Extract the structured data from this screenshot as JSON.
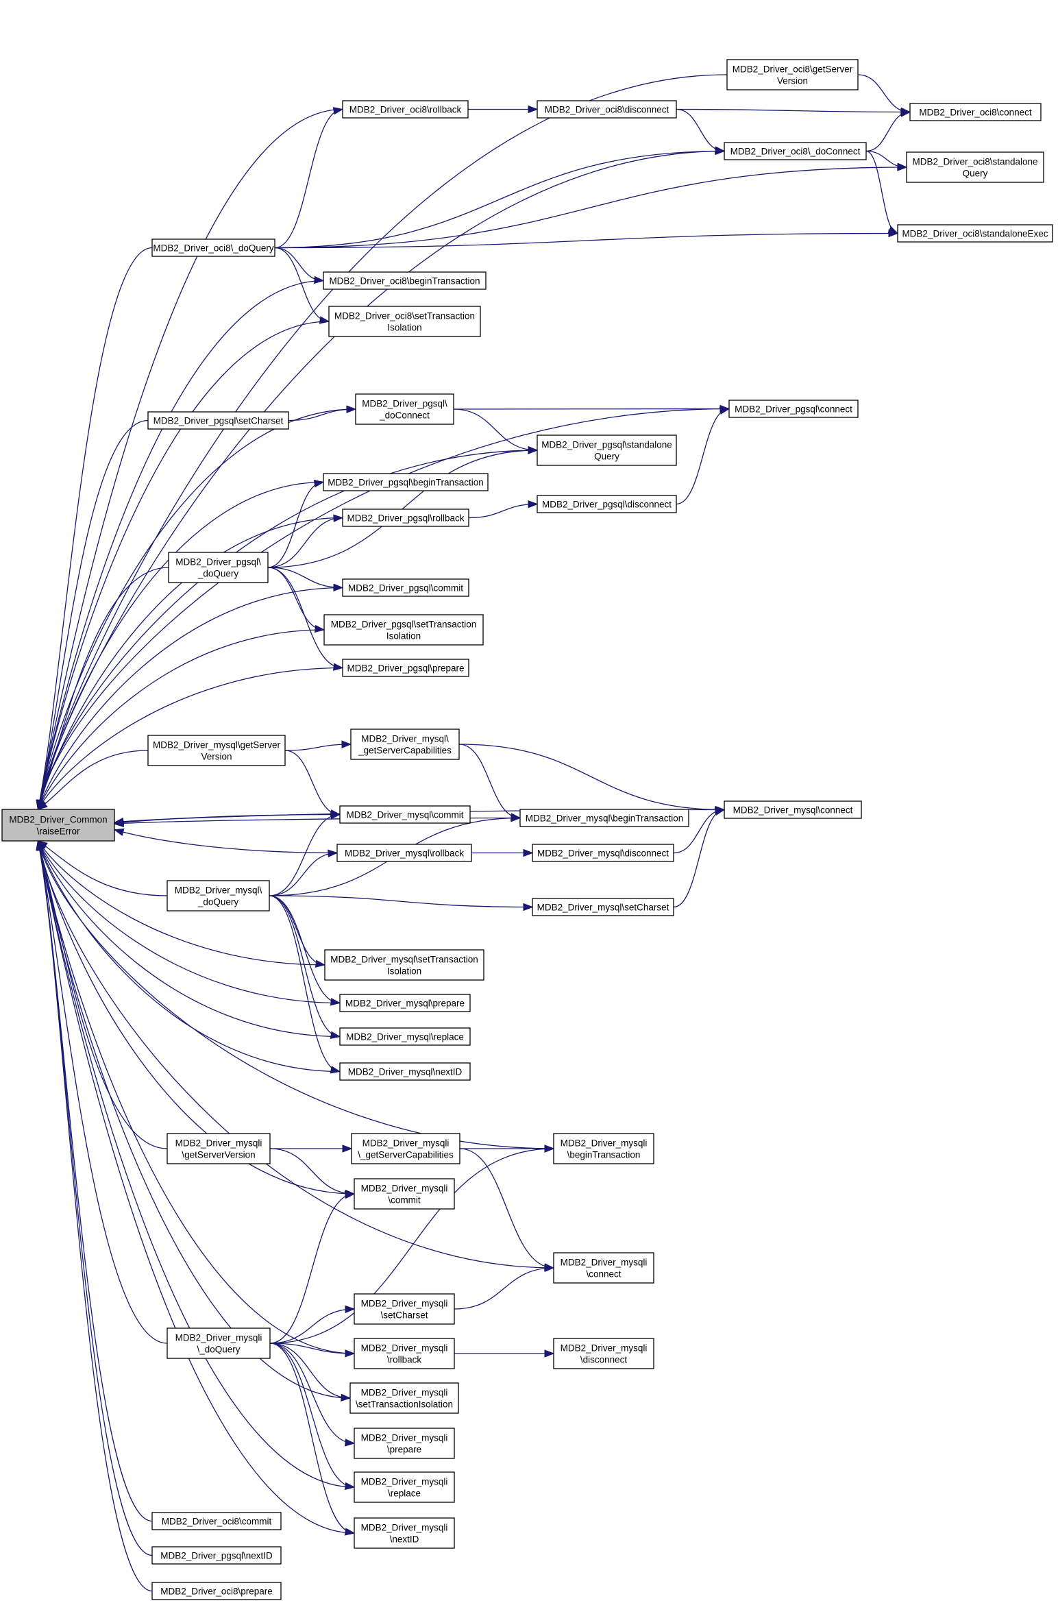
{
  "graph": {
    "type": "call-graph",
    "edge_color": "#191970",
    "root_fill": "#bfbfbf",
    "nodes": [
      {
        "id": "root",
        "lines": [
          "MDB2_Driver_Common",
          "\\raiseError"
        ],
        "root": true
      },
      {
        "id": "oci8_doQuery",
        "lines": [
          "MDB2_Driver_oci8\\_doQuery"
        ]
      },
      {
        "id": "oci8_rollback",
        "lines": [
          "MDB2_Driver_oci8\\rollback"
        ]
      },
      {
        "id": "oci8_disconnect",
        "lines": [
          "MDB2_Driver_oci8\\disconnect"
        ]
      },
      {
        "id": "oci8_getServerVersion",
        "lines": [
          "MDB2_Driver_oci8\\getServer",
          "Version"
        ]
      },
      {
        "id": "oci8_connect",
        "lines": [
          "MDB2_Driver_oci8\\connect"
        ]
      },
      {
        "id": "oci8_doConnect",
        "lines": [
          "MDB2_Driver_oci8\\_doConnect"
        ]
      },
      {
        "id": "oci8_standaloneQuery",
        "lines": [
          "MDB2_Driver_oci8\\standalone",
          "Query"
        ]
      },
      {
        "id": "oci8_standaloneExec",
        "lines": [
          "MDB2_Driver_oci8\\standaloneExec"
        ]
      },
      {
        "id": "oci8_beginTransaction",
        "lines": [
          "MDB2_Driver_oci8\\beginTransaction"
        ]
      },
      {
        "id": "oci8_setTransactionIsolation",
        "lines": [
          "MDB2_Driver_oci8\\setTransaction",
          "Isolation"
        ]
      },
      {
        "id": "pgsql_setCharset",
        "lines": [
          "MDB2_Driver_pgsql\\setCharset"
        ]
      },
      {
        "id": "pgsql_doConnect",
        "lines": [
          "MDB2_Driver_pgsql\\",
          "_doConnect"
        ]
      },
      {
        "id": "pgsql_connect",
        "lines": [
          "MDB2_Driver_pgsql\\connect"
        ]
      },
      {
        "id": "pgsql_standaloneQuery",
        "lines": [
          "MDB2_Driver_pgsql\\standalone",
          "Query"
        ]
      },
      {
        "id": "pgsql_beginTransaction",
        "lines": [
          "MDB2_Driver_pgsql\\beginTransaction"
        ]
      },
      {
        "id": "pgsql_rollback",
        "lines": [
          "MDB2_Driver_pgsql\\rollback"
        ]
      },
      {
        "id": "pgsql_disconnect",
        "lines": [
          "MDB2_Driver_pgsql\\disconnect"
        ]
      },
      {
        "id": "pgsql_doQuery",
        "lines": [
          "MDB2_Driver_pgsql\\",
          "_doQuery"
        ]
      },
      {
        "id": "pgsql_commit",
        "lines": [
          "MDB2_Driver_pgsql\\commit"
        ]
      },
      {
        "id": "pgsql_setTransactionIsolation",
        "lines": [
          "MDB2_Driver_pgsql\\setTransaction",
          "Isolation"
        ]
      },
      {
        "id": "pgsql_prepare",
        "lines": [
          "MDB2_Driver_pgsql\\prepare"
        ]
      },
      {
        "id": "mysql_getServerVersion",
        "lines": [
          "MDB2_Driver_mysql\\getServer",
          "Version"
        ]
      },
      {
        "id": "mysql_getServerCapabilities",
        "lines": [
          "MDB2_Driver_mysql\\",
          "_getServerCapabilities"
        ]
      },
      {
        "id": "mysql_commit",
        "lines": [
          "MDB2_Driver_mysql\\commit"
        ]
      },
      {
        "id": "mysql_beginTransaction",
        "lines": [
          "MDB2_Driver_mysql\\beginTransaction"
        ]
      },
      {
        "id": "mysql_connect",
        "lines": [
          "MDB2_Driver_mysql\\connect"
        ]
      },
      {
        "id": "mysql_rollback",
        "lines": [
          "MDB2_Driver_mysql\\rollback"
        ]
      },
      {
        "id": "mysql_disconnect",
        "lines": [
          "MDB2_Driver_mysql\\disconnect"
        ]
      },
      {
        "id": "mysql_doQuery",
        "lines": [
          "MDB2_Driver_mysql\\",
          "_doQuery"
        ]
      },
      {
        "id": "mysql_setCharset",
        "lines": [
          "MDB2_Driver_mysql\\setCharset"
        ]
      },
      {
        "id": "mysql_setTransactionIsolation",
        "lines": [
          "MDB2_Driver_mysql\\setTransaction",
          "Isolation"
        ]
      },
      {
        "id": "mysql_prepare",
        "lines": [
          "MDB2_Driver_mysql\\prepare"
        ]
      },
      {
        "id": "mysql_replace",
        "lines": [
          "MDB2_Driver_mysql\\replace"
        ]
      },
      {
        "id": "mysql_nextID",
        "lines": [
          "MDB2_Driver_mysql\\nextID"
        ]
      },
      {
        "id": "mysqli_getServerVersion",
        "lines": [
          "MDB2_Driver_mysqli",
          "\\getServerVersion"
        ]
      },
      {
        "id": "mysqli_getServerCapabilities",
        "lines": [
          "MDB2_Driver_mysqli",
          "\\_getServerCapabilities"
        ]
      },
      {
        "id": "mysqli_beginTransaction",
        "lines": [
          "MDB2_Driver_mysqli",
          "\\beginTransaction"
        ]
      },
      {
        "id": "mysqli_commit",
        "lines": [
          "MDB2_Driver_mysqli",
          "\\commit"
        ]
      },
      {
        "id": "mysqli_connect",
        "lines": [
          "MDB2_Driver_mysqli",
          "\\connect"
        ]
      },
      {
        "id": "mysqli_setCharset",
        "lines": [
          "MDB2_Driver_mysqli",
          "\\setCharset"
        ]
      },
      {
        "id": "mysqli_doQuery",
        "lines": [
          "MDB2_Driver_mysqli",
          "\\_doQuery"
        ]
      },
      {
        "id": "mysqli_rollback",
        "lines": [
          "MDB2_Driver_mysqli",
          "\\rollback"
        ]
      },
      {
        "id": "mysqli_disconnect",
        "lines": [
          "MDB2_Driver_mysqli",
          "\\disconnect"
        ]
      },
      {
        "id": "mysqli_setTransactionIsolation",
        "lines": [
          "MDB2_Driver_mysqli",
          "\\setTransactionIsolation"
        ]
      },
      {
        "id": "mysqli_prepare",
        "lines": [
          "MDB2_Driver_mysqli",
          "\\prepare"
        ]
      },
      {
        "id": "mysqli_replace",
        "lines": [
          "MDB2_Driver_mysqli",
          "\\replace"
        ]
      },
      {
        "id": "mysqli_nextID",
        "lines": [
          "MDB2_Driver_mysqli",
          "\\nextID"
        ]
      },
      {
        "id": "oci8_commit",
        "lines": [
          "MDB2_Driver_oci8\\commit"
        ]
      },
      {
        "id": "pgsql_nextID",
        "lines": [
          "MDB2_Driver_pgsql\\nextID"
        ]
      },
      {
        "id": "oci8_prepare",
        "lines": [
          "MDB2_Driver_oci8\\prepare"
        ]
      }
    ],
    "edges": [
      [
        "oci8_getServerVersion",
        "root"
      ],
      [
        "oci8_rollback",
        "root"
      ],
      [
        "oci8_doConnect",
        "root"
      ],
      [
        "oci8_doQuery",
        "root"
      ],
      [
        "oci8_beginTransaction",
        "root"
      ],
      [
        "oci8_setTransactionIsolation",
        "root"
      ],
      [
        "pgsql_connect",
        "root"
      ],
      [
        "pgsql_doConnect",
        "root"
      ],
      [
        "pgsql_setCharset",
        "root"
      ],
      [
        "pgsql_standaloneQuery",
        "root"
      ],
      [
        "pgsql_beginTransaction",
        "root"
      ],
      [
        "pgsql_rollback",
        "root"
      ],
      [
        "pgsql_doQuery",
        "root"
      ],
      [
        "pgsql_commit",
        "root"
      ],
      [
        "pgsql_setTransactionIsolation",
        "root"
      ],
      [
        "pgsql_prepare",
        "root"
      ],
      [
        "mysql_connect",
        "root"
      ],
      [
        "mysql_getServerVersion",
        "root"
      ],
      [
        "mysql_commit",
        "root"
      ],
      [
        "mysql_beginTransaction",
        "root"
      ],
      [
        "mysql_rollback",
        "root"
      ],
      [
        "mysql_doQuery",
        "root"
      ],
      [
        "mysql_setTransactionIsolation",
        "root"
      ],
      [
        "mysql_prepare",
        "root"
      ],
      [
        "mysql_replace",
        "root"
      ],
      [
        "mysql_nextID",
        "root"
      ],
      [
        "mysqli_beginTransaction",
        "root"
      ],
      [
        "mysqli_getServerVersion",
        "root"
      ],
      [
        "mysqli_commit",
        "root"
      ],
      [
        "mysqli_connect",
        "root"
      ],
      [
        "mysqli_rollback",
        "root"
      ],
      [
        "mysqli_doQuery",
        "root"
      ],
      [
        "mysqli_setTransactionIsolation",
        "root"
      ],
      [
        "mysqli_replace",
        "root"
      ],
      [
        "mysqli_nextID",
        "root"
      ],
      [
        "oci8_commit",
        "root"
      ],
      [
        "pgsql_nextID",
        "root"
      ],
      [
        "oci8_prepare",
        "root"
      ],
      [
        "oci8_getServerVersion",
        "oci8_connect"
      ],
      [
        "oci8_rollback",
        "oci8_disconnect"
      ],
      [
        "oci8_disconnect",
        "oci8_connect"
      ],
      [
        "oci8_disconnect",
        "oci8_doConnect"
      ],
      [
        "oci8_doConnect",
        "oci8_connect"
      ],
      [
        "oci8_doConnect",
        "oci8_standaloneQuery"
      ],
      [
        "oci8_doConnect",
        "oci8_standaloneExec"
      ],
      [
        "oci8_doQuery",
        "oci8_rollback"
      ],
      [
        "oci8_doQuery",
        "oci8_doConnect"
      ],
      [
        "oci8_doQuery",
        "oci8_standaloneQuery"
      ],
      [
        "oci8_doQuery",
        "oci8_standaloneExec"
      ],
      [
        "oci8_doQuery",
        "oci8_beginTransaction"
      ],
      [
        "oci8_doQuery",
        "oci8_setTransactionIsolation"
      ],
      [
        "pgsql_setCharset",
        "pgsql_doConnect"
      ],
      [
        "pgsql_doConnect",
        "pgsql_connect"
      ],
      [
        "pgsql_doConnect",
        "pgsql_standaloneQuery"
      ],
      [
        "pgsql_disconnect",
        "pgsql_connect"
      ],
      [
        "pgsql_rollback",
        "pgsql_disconnect"
      ],
      [
        "pgsql_doQuery",
        "pgsql_beginTransaction"
      ],
      [
        "pgsql_doQuery",
        "pgsql_rollback"
      ],
      [
        "pgsql_doQuery",
        "pgsql_standaloneQuery"
      ],
      [
        "pgsql_doQuery",
        "pgsql_commit"
      ],
      [
        "pgsql_doQuery",
        "pgsql_setTransactionIsolation"
      ],
      [
        "pgsql_doQuery",
        "pgsql_prepare"
      ],
      [
        "mysql_getServerVersion",
        "mysql_getServerCapabilities"
      ],
      [
        "mysql_getServerVersion",
        "mysql_commit"
      ],
      [
        "mysql_getServerCapabilities",
        "mysql_beginTransaction"
      ],
      [
        "mysql_getServerCapabilities",
        "mysql_connect"
      ],
      [
        "mysql_disconnect",
        "mysql_connect"
      ],
      [
        "mysql_setCharset",
        "mysql_connect"
      ],
      [
        "mysql_rollback",
        "mysql_disconnect"
      ],
      [
        "mysql_doQuery",
        "mysql_commit"
      ],
      [
        "mysql_doQuery",
        "mysql_rollback"
      ],
      [
        "mysql_doQuery",
        "mysql_beginTransaction"
      ],
      [
        "mysql_doQuery",
        "mysql_setCharset"
      ],
      [
        "mysql_doQuery",
        "mysql_setTransactionIsolation"
      ],
      [
        "mysql_doQuery",
        "mysql_prepare"
      ],
      [
        "mysql_doQuery",
        "mysql_replace"
      ],
      [
        "mysql_doQuery",
        "mysql_nextID"
      ],
      [
        "mysqli_getServerVersion",
        "mysqli_getServerCapabilities"
      ],
      [
        "mysqli_getServerVersion",
        "mysqli_commit"
      ],
      [
        "mysqli_getServerCapabilities",
        "mysqli_beginTransaction"
      ],
      [
        "mysqli_getServerCapabilities",
        "mysqli_connect"
      ],
      [
        "mysqli_setCharset",
        "mysqli_connect"
      ],
      [
        "mysqli_rollback",
        "mysqli_disconnect"
      ],
      [
        "mysqli_doQuery",
        "mysqli_commit"
      ],
      [
        "mysqli_doQuery",
        "mysqli_beginTransaction"
      ],
      [
        "mysqli_doQuery",
        "mysqli_setCharset"
      ],
      [
        "mysqli_doQuery",
        "mysqli_rollback"
      ],
      [
        "mysqli_doQuery",
        "mysqli_setTransactionIsolation"
      ],
      [
        "mysqli_doQuery",
        "mysqli_prepare"
      ],
      [
        "mysqli_doQuery",
        "mysqli_replace"
      ],
      [
        "mysqli_doQuery",
        "mysqli_nextID"
      ]
    ]
  }
}
